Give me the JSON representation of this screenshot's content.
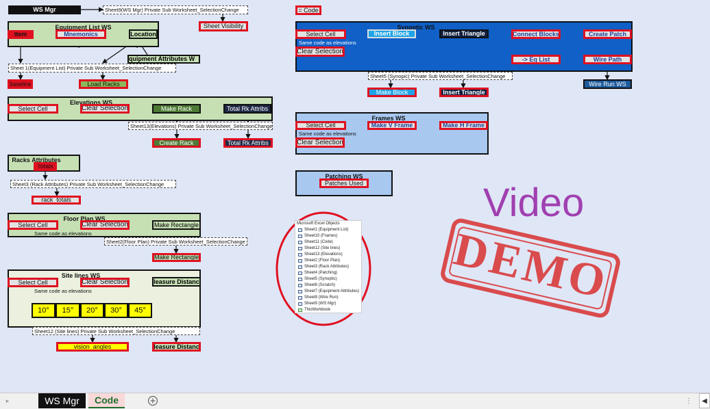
{
  "ws_mgr": {
    "title": "WS Mgr",
    "sheet9_code": "Sheet9(WS Mgr) Private Sub Worksheet_SelectionChange",
    "sheet_visibility": "Sheet Visibility",
    "code_label": "= Code"
  },
  "equipment": {
    "title": "Equipment List WS",
    "item": "Item",
    "mnemonics": "Mnemonics",
    "location": "Location",
    "attributes_title": "quipment Attributes W",
    "sheet1_code": "Sheet 1(Equipment List) Private Sub Worksheet_SelectionChange",
    "baseline": "Baseline",
    "load_racks": "Load Racks"
  },
  "elevations": {
    "title": "Elevations WS",
    "select_cell": "Select Cell",
    "clear_selection": "Clear Selection",
    "make_rack": "Make Rack",
    "total_rk_attribs": "Total Rk Attribs",
    "sheet13_code": "Sheet13(Elevations) Private Sub Worksheet_SelectionChange",
    "create_rack": "Create Rack",
    "total_rk_attribs2": "Total Rk Attribs"
  },
  "racks": {
    "title": "Racks Attributes",
    "totals": "Totals",
    "sheet3_code": "Sheet3 (Rack Attributes) Private Sub Worksheet_SelectionChange",
    "rack_totals": "rack_totals"
  },
  "floorplan": {
    "title": "Floor Plan WS",
    "select_cell": "Select Cell",
    "clear_selection": "Clear Selection",
    "make_rectangle": "Make Rectangle",
    "same_code": "Same code as elevations",
    "sheet2_code": "Sheet2(Floor Plan) Private Sub Worksheet_SelectionChange",
    "make_rectangle2": "Make Rectangle"
  },
  "sitelines": {
    "title": "Site lines WS",
    "select_cell": "Select Cell",
    "clear_selection": "Clear Selection",
    "measure_distance": "leasure Distanc",
    "same_code": "Same code as elevations",
    "angles": [
      "10°",
      "15°",
      "20°",
      "30°",
      "45°"
    ],
    "sheet12_code": "Sheet12 (Site lines) Private Sub Worksheet_SelectionChange",
    "vision_angles": "vision_angles",
    "measure_distance2": "leasure Distanc"
  },
  "synoptic": {
    "title": "Synoptic WS",
    "select_cell": "Select Cell",
    "insert_block": "Insert Block",
    "insert_triangle": "Insert Triangle",
    "connect_blocks": "Connect Blocks",
    "create_patch": "Create Patch",
    "same_code": "Same code as elevations",
    "clear_selection": "Clear Selection",
    "eq_list": "-> Eq List",
    "wire_path": "Wire Path",
    "sheet5_code": "Sheet5 (Synopic) Private Sub Worksheet_SelectionChange",
    "make_block": "Make Block",
    "insert_triangle2": "Insert Triangle",
    "wire_run_ws": "Wire Run WS"
  },
  "frames": {
    "title": "Frames WS",
    "select_cell": "Select Cell",
    "make_v_frame": "Make V Frame",
    "make_h_frame": "Make H Frame",
    "same_code": "Same code as elevations",
    "clear_selection": "Clear Selection"
  },
  "patching": {
    "title": "Patching WS",
    "patches_used": "Patches Used"
  },
  "objects": {
    "header": "Microsoft Excel Objects",
    "items": [
      "Sheet1 (Equipment List)",
      "Sheet10 (Frames)",
      "Sheet11 (Code)",
      "Sheet12 (Site lines)",
      "Sheet13 (Elevations)",
      "Sheet2 (Floor Plan)",
      "Sheet3 (Rack Attributes)",
      "Sheet4 (Patching)",
      "Sheet5 (Synoptic)",
      "Sheet6 (Scratch)",
      "Sheet7 (Equipment Attributes)",
      "Sheet8 (Wire Run)",
      "Sheet9 (WS Mgr)",
      "ThisWorkbook"
    ]
  },
  "watermark": {
    "video": "Video",
    "demo": "DEMO"
  },
  "tabs": {
    "ws_mgr": "WS Mgr",
    "code": "Code"
  },
  "colors": {
    "background": "#dfe6f6",
    "accent_red": "#e01020",
    "synoptic_blue": "#1060c8",
    "frames_blue": "#a8c8f0",
    "green_panel": "#c6e0b4",
    "watermark_purple": "#a040b0"
  }
}
